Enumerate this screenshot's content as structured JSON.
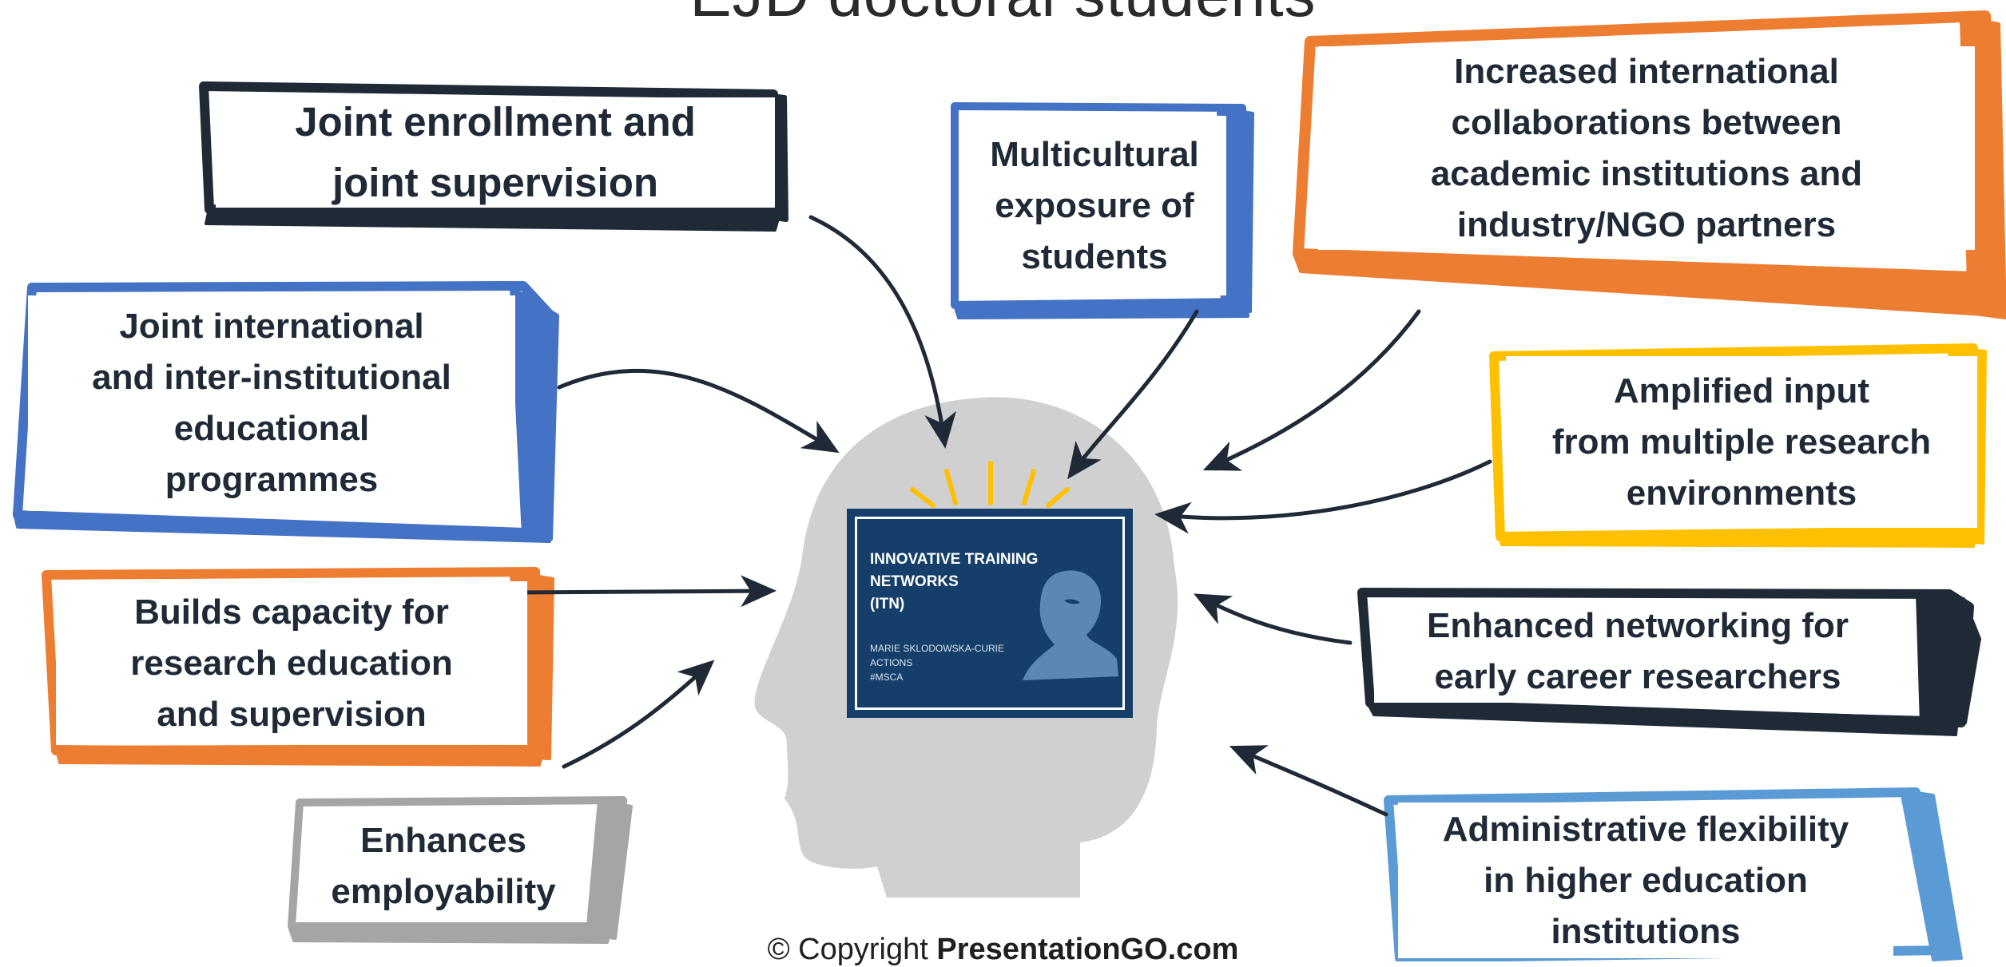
{
  "title": "EJD doctoral students",
  "copyright": {
    "prefix": "© Copyright ",
    "brand": "PresentationGO.com"
  },
  "badge": {
    "heading": "INNOVATIVE TRAINING\nNETWORKS\n(ITN)",
    "subtext": "MARIE SKLODOWSKA-CURIE\nACTIONS\n#MSCA"
  },
  "colors": {
    "dark": "#1f2a36",
    "blue": "#4472c4",
    "orange": "#ed7d31",
    "yellow": "#ffc000",
    "gray": "#a5a5a5",
    "light_blue": "#5b9bd5",
    "head": "#d0d0d0",
    "badge": "#153f6a"
  },
  "boxes": [
    {
      "id": "joint-enrollment",
      "text": "Joint enrollment and\njoint supervision",
      "color": "dark"
    },
    {
      "id": "joint-programmes",
      "text": "Joint international\nand inter-institutional\neducational\nprogrammes",
      "color": "blue"
    },
    {
      "id": "builds-capacity",
      "text": "Builds capacity for\nresearch education\nand supervision",
      "color": "orange"
    },
    {
      "id": "employability",
      "text": "Enhances\nemployability",
      "color": "gray"
    },
    {
      "id": "multicultural",
      "text": "Multicultural\nexposure of\nstudents",
      "color": "blue"
    },
    {
      "id": "international-collab",
      "text": "Increased international\ncollaborations between\nacademic institutions and\nindustry/NGO partners",
      "color": "orange"
    },
    {
      "id": "amplified-input",
      "text": "Amplified input\nfrom multiple research\nenvironments",
      "color": "yellow"
    },
    {
      "id": "networking",
      "text": "Enhanced networking for\nearly career researchers",
      "color": "dark"
    },
    {
      "id": "admin-flexibility",
      "text": "Administrative flexibility\nin higher education\ninstitutions",
      "color": "light_blue"
    }
  ]
}
